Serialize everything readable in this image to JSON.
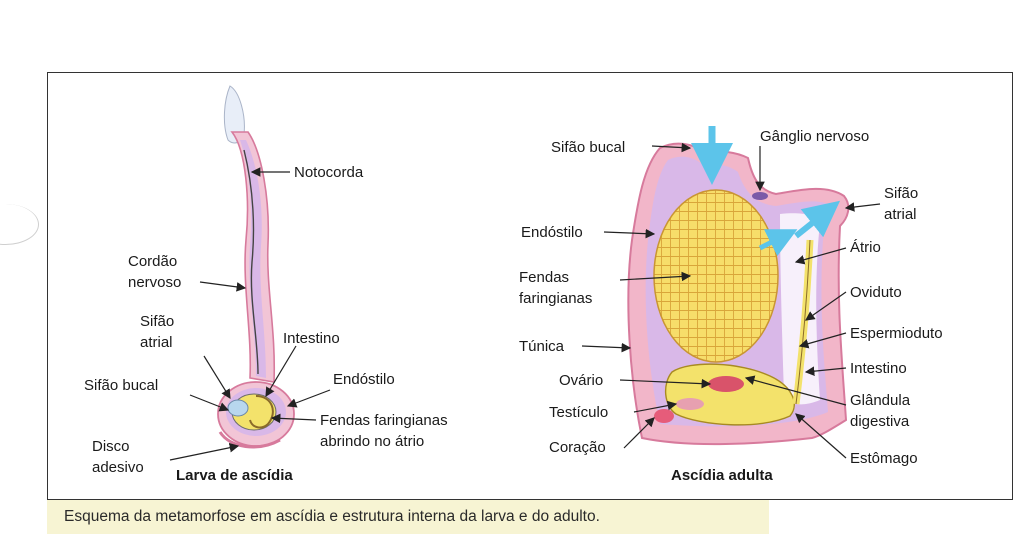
{
  "larva": {
    "title": "Larva de ascídia",
    "labels": {
      "notocorda": "Notocorda",
      "cordao_1": "Cordão",
      "cordao_2": "nervoso",
      "sifao_atrial_1": "Sifão",
      "sifao_atrial_2": "atrial",
      "intestino": "Intestino",
      "endostilo": "Endóstilo",
      "sifao_bucal": "Sifão bucal",
      "fendas_1": "Fendas faringianas",
      "fendas_2": "abrindo no átrio",
      "disco_1": "Disco",
      "disco_2": "adesivo"
    }
  },
  "adult": {
    "title": "Ascídia adulta",
    "labels": {
      "sifao_bucal": "Sifão bucal",
      "ganglio": "Gânglio nervoso",
      "sifao_atrial_1": "Sifão",
      "sifao_atrial_2": "atrial",
      "endostilo": "Endóstilo",
      "atrio": "Átrio",
      "fendas_1": "Fendas",
      "fendas_2": "faringianas",
      "oviduto": "Oviduto",
      "espermioduto": "Espermioduto",
      "tunica": "Túnica",
      "intestino": "Intestino",
      "ovario": "Ovário",
      "glandula_1": "Glândula",
      "glandula_2": "digestiva",
      "testiculo": "Testículo",
      "coracao": "Coração",
      "estomago": "Estômago"
    }
  },
  "caption": "Esquema da metamorfose em ascídia e estrutura interna da larva e do adulto.",
  "colors": {
    "tunic_pink": "#f2b6c9",
    "tunic_edge": "#d77a9c",
    "mantle_violet": "#d9b8e8",
    "pharynx_yellow": "#f7dd6a",
    "organ_yellow": "#f3e26b",
    "water_arrow": "#5cc4ea",
    "gonad_red": "#d9536a",
    "caption_bg": "#f7f4d3"
  }
}
